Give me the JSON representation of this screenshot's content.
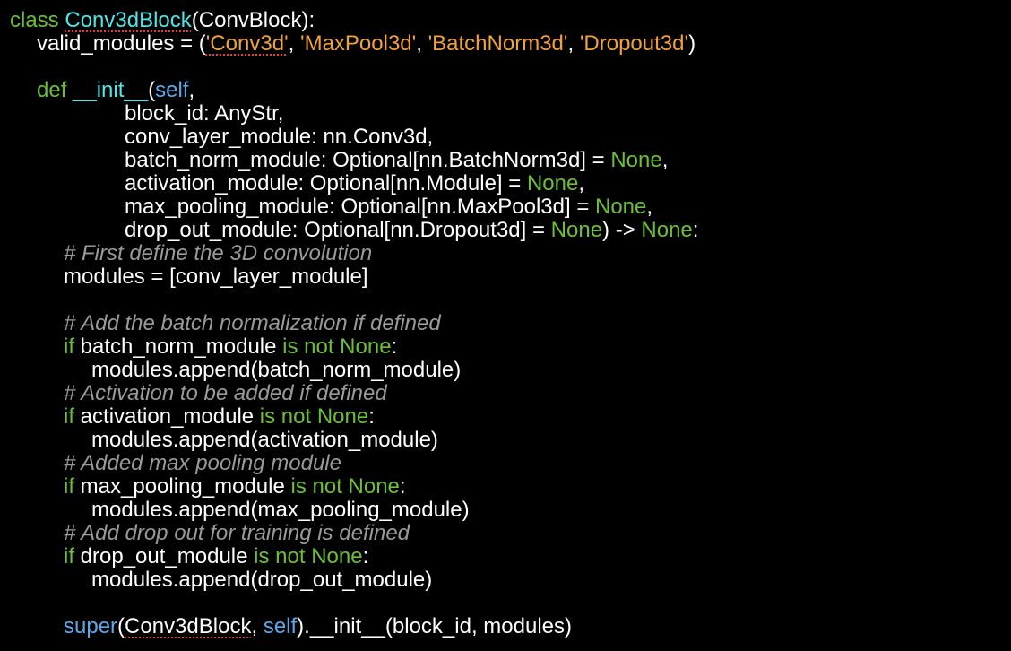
{
  "colors": {
    "background": "#000000",
    "default": "#ffffff",
    "keyword": "#6cbf3a",
    "class_name": "#4ee6e6",
    "function_name": "#4ee6e6",
    "string": "#f0a23c",
    "self": "#5fa8e8",
    "comment": "#9a9a9a",
    "squiggle": "#e03c3c"
  },
  "lines": [
    {
      "indent": 0,
      "tokens": [
        {
          "t": "class ",
          "c": "keyword"
        },
        {
          "t": "Conv3dBlock",
          "c": "class_name",
          "squiggle": true
        },
        {
          "t": "(ConvBlock):",
          "c": "default"
        }
      ]
    },
    {
      "indent": 30,
      "tokens": [
        {
          "t": "valid_modules = (",
          "c": "default"
        },
        {
          "t": "'Conv3d'",
          "c": "string",
          "squiggle": true
        },
        {
          "t": ", ",
          "c": "default"
        },
        {
          "t": "'MaxPool3d'",
          "c": "string"
        },
        {
          "t": ", ",
          "c": "default"
        },
        {
          "t": "'BatchNorm3d'",
          "c": "string"
        },
        {
          "t": ", ",
          "c": "default"
        },
        {
          "t": "'Dropout3d'",
          "c": "string"
        },
        {
          "t": ")",
          "c": "default"
        }
      ]
    },
    {
      "indent": 0,
      "tokens": []
    },
    {
      "indent": 30,
      "tokens": [
        {
          "t": "def ",
          "c": "keyword"
        },
        {
          "t": "__init__",
          "c": "function_name"
        },
        {
          "t": "(",
          "c": "default"
        },
        {
          "t": "self",
          "c": "self"
        },
        {
          "t": ",",
          "c": "default"
        }
      ]
    },
    {
      "indent": 128,
      "tokens": [
        {
          "t": "block_id: AnyStr,",
          "c": "default"
        }
      ]
    },
    {
      "indent": 128,
      "tokens": [
        {
          "t": "conv_layer_module: nn.Conv3d,",
          "c": "default"
        }
      ]
    },
    {
      "indent": 128,
      "tokens": [
        {
          "t": "batch_norm_module: Optional[nn.BatchNorm3d] = ",
          "c": "default"
        },
        {
          "t": "None",
          "c": "keyword"
        },
        {
          "t": ",",
          "c": "default"
        }
      ]
    },
    {
      "indent": 128,
      "tokens": [
        {
          "t": "activation_module: Optional[nn.Module] = ",
          "c": "default"
        },
        {
          "t": "None",
          "c": "keyword"
        },
        {
          "t": ",",
          "c": "default"
        }
      ]
    },
    {
      "indent": 128,
      "tokens": [
        {
          "t": "max_pooling_module: Optional[nn.MaxPool3d] = ",
          "c": "default"
        },
        {
          "t": "None",
          "c": "keyword"
        },
        {
          "t": ",",
          "c": "default"
        }
      ]
    },
    {
      "indent": 128,
      "tokens": [
        {
          "t": "drop_out_module: Optional[nn.Dropout3d] = ",
          "c": "default"
        },
        {
          "t": "None",
          "c": "keyword"
        },
        {
          "t": ") -> ",
          "c": "default"
        },
        {
          "t": "None",
          "c": "keyword"
        },
        {
          "t": ":",
          "c": "default"
        }
      ]
    },
    {
      "indent": 60,
      "tokens": [
        {
          "t": "# First define the 3D convolution",
          "c": "comment"
        }
      ]
    },
    {
      "indent": 60,
      "tokens": [
        {
          "t": "modules = [conv_layer_module]",
          "c": "default"
        }
      ]
    },
    {
      "indent": 0,
      "tokens": []
    },
    {
      "indent": 60,
      "tokens": [
        {
          "t": "# Add the batch normalization if defined",
          "c": "comment"
        }
      ]
    },
    {
      "indent": 60,
      "tokens": [
        {
          "t": "if ",
          "c": "keyword"
        },
        {
          "t": "batch_norm_module ",
          "c": "default"
        },
        {
          "t": "is not None",
          "c": "keyword"
        },
        {
          "t": ":",
          "c": "default"
        }
      ]
    },
    {
      "indent": 91,
      "tokens": [
        {
          "t": "modules.append(batch_norm_module)",
          "c": "default"
        }
      ]
    },
    {
      "indent": 60,
      "tokens": [
        {
          "t": "# Activation to be added if defined",
          "c": "comment"
        }
      ]
    },
    {
      "indent": 60,
      "tokens": [
        {
          "t": "if ",
          "c": "keyword"
        },
        {
          "t": "activation_module ",
          "c": "default"
        },
        {
          "t": "is not None",
          "c": "keyword"
        },
        {
          "t": ":",
          "c": "default"
        }
      ]
    },
    {
      "indent": 91,
      "tokens": [
        {
          "t": "modules.append(activation_module)",
          "c": "default"
        }
      ]
    },
    {
      "indent": 60,
      "tokens": [
        {
          "t": "# Added max pooling module",
          "c": "comment"
        }
      ]
    },
    {
      "indent": 60,
      "tokens": [
        {
          "t": "if ",
          "c": "keyword"
        },
        {
          "t": "max_pooling_module ",
          "c": "default"
        },
        {
          "t": "is not None",
          "c": "keyword"
        },
        {
          "t": ":",
          "c": "default"
        }
      ]
    },
    {
      "indent": 91,
      "tokens": [
        {
          "t": "modules.append(max_pooling_module)",
          "c": "default"
        }
      ]
    },
    {
      "indent": 60,
      "tokens": [
        {
          "t": "# Add drop out for training is defined",
          "c": "comment"
        }
      ]
    },
    {
      "indent": 60,
      "tokens": [
        {
          "t": "if ",
          "c": "keyword"
        },
        {
          "t": "drop_out_module ",
          "c": "default"
        },
        {
          "t": "is not None",
          "c": "keyword"
        },
        {
          "t": ":",
          "c": "default"
        }
      ]
    },
    {
      "indent": 91,
      "tokens": [
        {
          "t": "modules.append(drop_out_module)",
          "c": "default"
        }
      ]
    },
    {
      "indent": 0,
      "tokens": []
    },
    {
      "indent": 60,
      "tokens": [
        {
          "t": "super",
          "c": "self"
        },
        {
          "t": "(",
          "c": "default"
        },
        {
          "t": "Conv3dBlock",
          "c": "default",
          "squiggle": true
        },
        {
          "t": ", ",
          "c": "default"
        },
        {
          "t": "self",
          "c": "self"
        },
        {
          "t": ").__init__(block_id, modules)",
          "c": "default"
        }
      ]
    }
  ]
}
